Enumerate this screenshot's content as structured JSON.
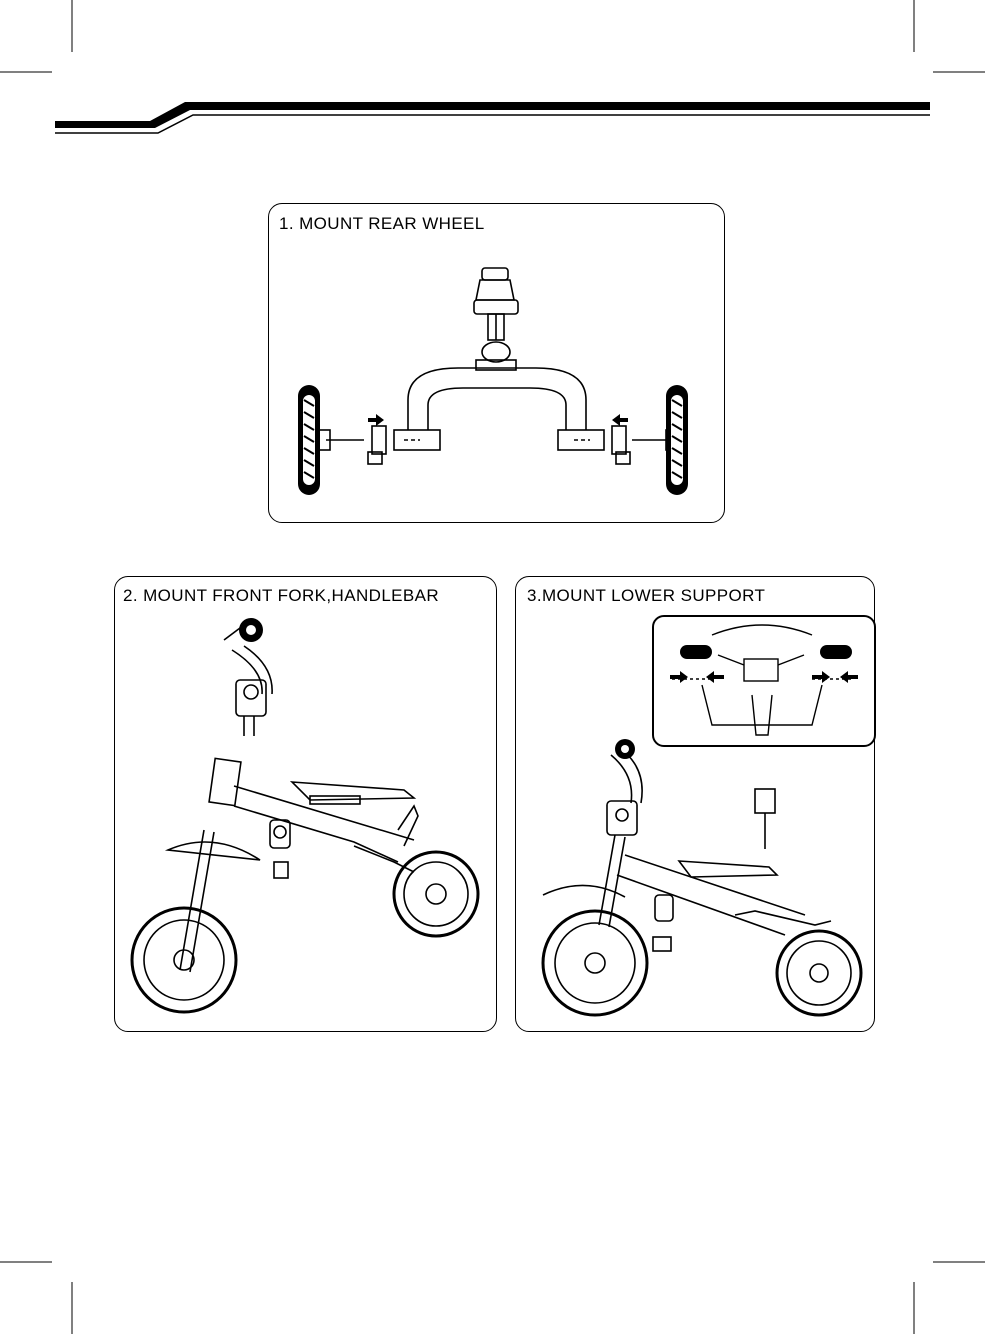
{
  "steps": [
    {
      "label": "1. MOUNT REAR WHEEL"
    },
    {
      "label": "2. MOUNT FRONT FORK,HANDLEBAR"
    },
    {
      "label": "3.MOUNT LOWER SUPPORT"
    }
  ]
}
